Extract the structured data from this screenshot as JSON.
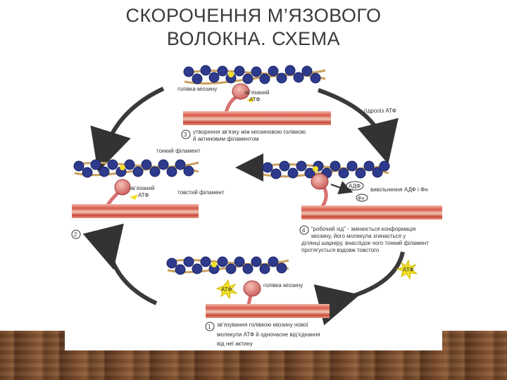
{
  "slide": {
    "title_line1": "СКОРОЧЕННЯ М’ЯЗОВОГО",
    "title_line2": "ВОЛОКНА. СХЕМА"
  },
  "diagram": {
    "top": {
      "myosin_head": "голівка міозину",
      "bound_atp_l1": "зв’язаний",
      "bound_atp_l2": "АТФ",
      "step_num": "3",
      "caption_l1": "утворення зв’язку між міозиновою голівкою",
      "caption_l2": "й актиновим філаментом"
    },
    "right_label": "гідроліз АТФ",
    "left": {
      "thin_filament": "тонкий філамент",
      "bound_atp_l1": "зв’язаний",
      "bound_atp_l2": "АТФ",
      "thick_filament": "товстий філамент",
      "step_num": "2"
    },
    "right": {
      "adp": "АДФ",
      "pi": "Фн",
      "release": "вивільнення АДФ і Фн",
      "step_num": "4",
      "caption_l1": "“робочий хід” - змінюється конформація",
      "caption_l2": "міозину, його молекула згинається у",
      "caption_l3": "ділянці шарніру, внаслідок чого тонкий філамент",
      "caption_l4": "протягується вздовж товстого"
    },
    "bottom": {
      "atp_free": "АТФ",
      "atp": "АТФ",
      "myosin_head": "голівка міозину",
      "step_num": "1",
      "caption_l1": "зв’язування голівкою міозину нової",
      "caption_l2": "молекули АТФ й одночасне від’єднання",
      "caption_l3": "від неї актину"
    }
  },
  "colors": {
    "actin": "#2e3a8c",
    "tropomyosin": "#c8a060",
    "myosin": "#d97070",
    "thick_filament": "#c0392b",
    "atp_burst": "#f1e027",
    "arrow": "#3a3a3a"
  }
}
